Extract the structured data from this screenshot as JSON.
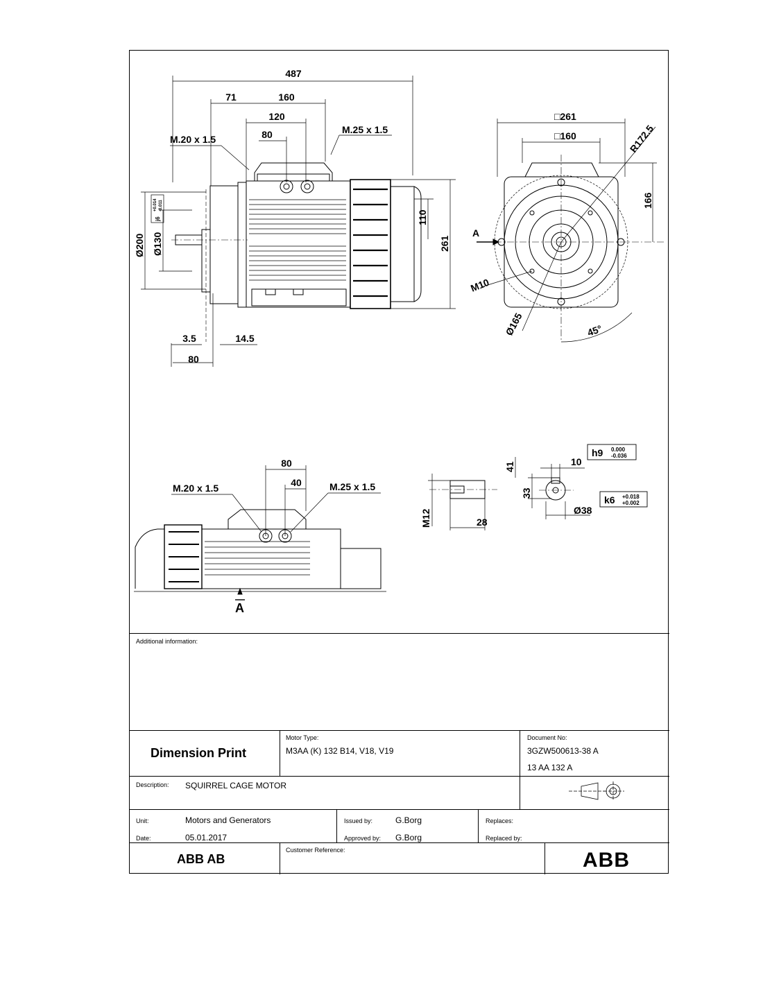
{
  "drawing": {
    "dims": {
      "d487": "487",
      "d71": "71",
      "d160": "160",
      "d120": "120",
      "d80a": "80",
      "m20a": "M.20 x 1.5",
      "m25a": "M.25 x 1.5",
      "d200": "Ø200",
      "d130": "Ø130",
      "j6": "j6",
      "j6_upper": "+0.014",
      "j6_lower": "-0.011",
      "d110": "110",
      "d261v": "261",
      "d35": "3.5",
      "d145": "14.5",
      "d80b": "80",
      "sq261": "□261",
      "sq160": "□160",
      "r1725": "R172.5",
      "d166": "166",
      "m10": "M10",
      "d165": "Ø165",
      "a45": "45°",
      "viewA": "A",
      "d80c": "80",
      "d40": "40",
      "m20b": "M.20 x 1.5",
      "m25b": "M.25 x 1.5",
      "viewA2": "A",
      "d41": "41",
      "d10": "10",
      "d33": "33",
      "d38": "Ø38",
      "m12": "M12",
      "d28": "28",
      "h9": "h9",
      "h9_upper": "0.000",
      "h9_lower": "-0.036",
      "k6": "k6",
      "k6_upper": "+0.018",
      "k6_lower": "+0.002"
    }
  },
  "additional_info": {
    "label": "Additional information:"
  },
  "title_block": {
    "title": "Dimension Print",
    "motor_type_label": "Motor Type:",
    "motor_type": "M3AA (K) 132 B14, V18, V19",
    "document_no_label": "Document No:",
    "document_no": "3GZW500613-38 A",
    "document_sub": "13 AA 132 A",
    "description_label": "Description:",
    "description": "SQUIRREL CAGE MOTOR",
    "unit_label": "Unit:",
    "unit": "Motors and Generators",
    "issued_by_label": "Issued by:",
    "issued_by": "G.Borg",
    "replaces_label": "Replaces:",
    "date_label": "Date:",
    "date": "05.01.2017",
    "approved_by_label": "Approved by:",
    "approved_by": "G.Borg",
    "replaced_by_label": "Replaced by:",
    "company": "ABB AB",
    "customer_ref_label": "Customer Reference:",
    "logo_text": "ABB"
  }
}
